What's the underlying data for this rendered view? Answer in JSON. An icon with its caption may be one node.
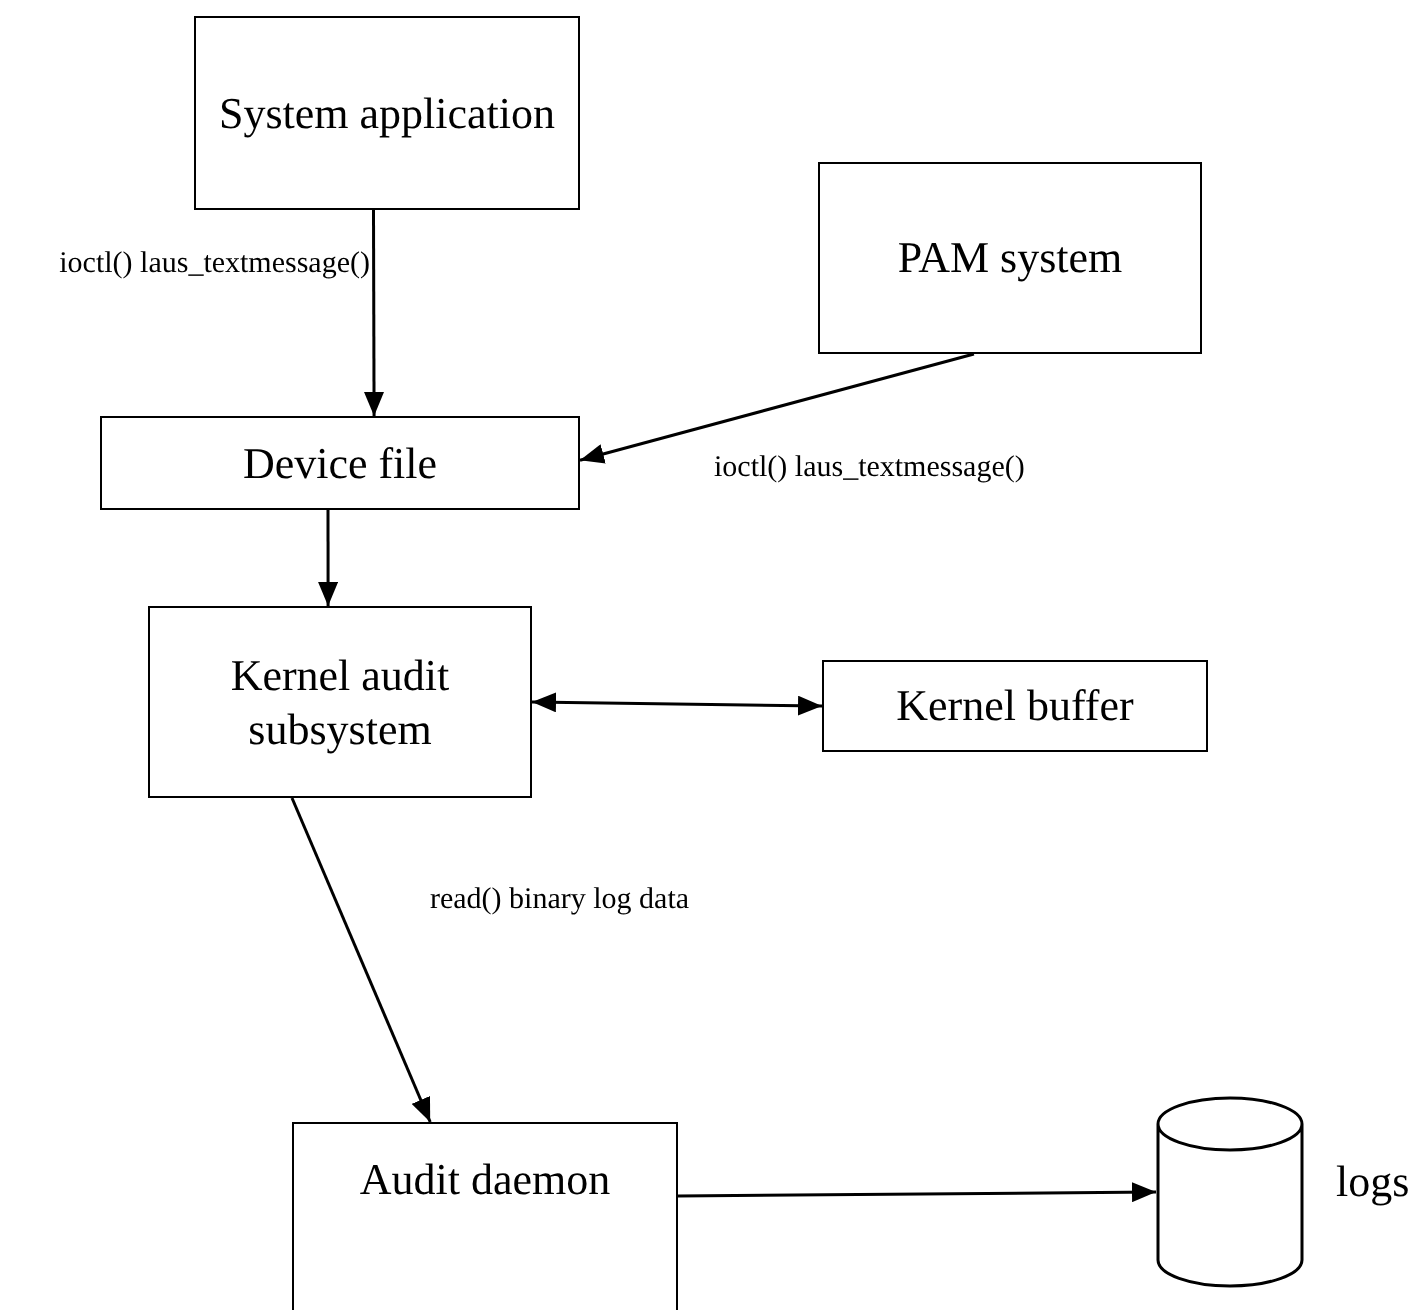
{
  "diagram": {
    "nodes": [
      {
        "text": [
          "System application"
        ]
      },
      {
        "text": [
          "PAM system"
        ]
      },
      {
        "text": [
          "Device file"
        ]
      },
      {
        "text": [
          "Kernel audit subsystem"
        ]
      },
      {
        "text": [
          "Kernel buffer"
        ]
      },
      {
        "text": [
          "Audit daemon"
        ]
      },
      {
        "text": [],
        "shape": "cylinder",
        "beside": [
          "logs"
        ]
      }
    ],
    "edges": [
      {
        "from": 0,
        "to": 2,
        "arrow": "to",
        "label": "ioctl() laus_textmessage()"
      },
      {
        "from": 1,
        "to": 2,
        "arrow": "to",
        "label": "ioctl() laus_textmessage()"
      },
      {
        "from": 2,
        "to": 3,
        "arrow": "to"
      },
      {
        "from": 3,
        "to": 4,
        "arrow": "both"
      },
      {
        "from": 3,
        "to": 5,
        "arrow": "to",
        "label": "read() binary log data"
      },
      {
        "from": 5,
        "to": 6,
        "arrow": "to"
      }
    ]
  }
}
